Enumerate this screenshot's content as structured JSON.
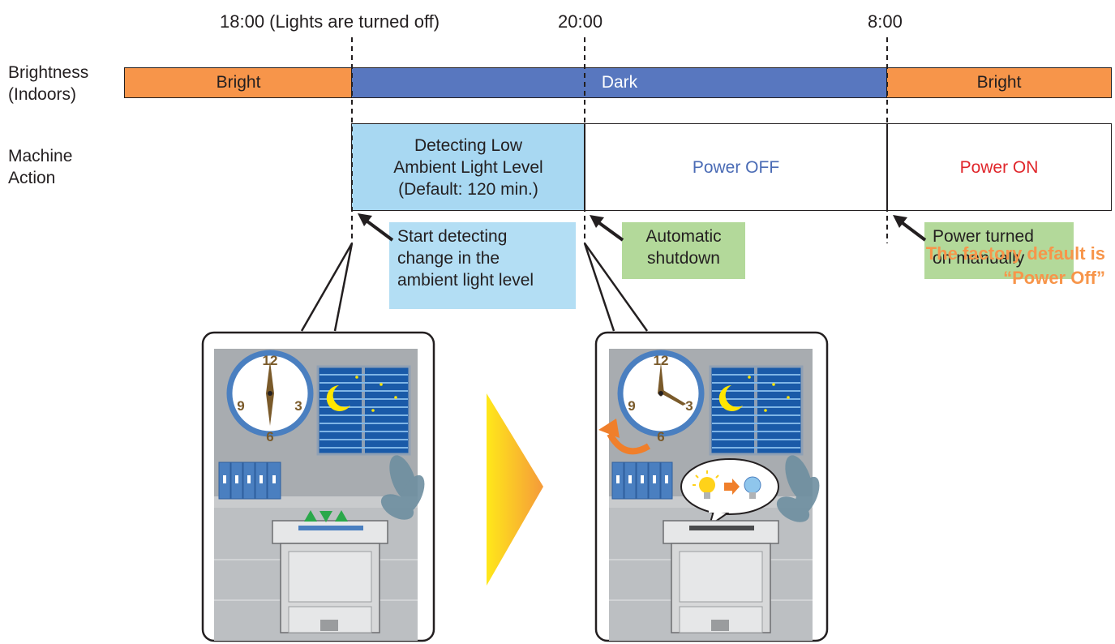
{
  "timeline": {
    "t_lights_off": "18:00 (Lights are turned off)",
    "t_shutdown": "20:00",
    "t_morning": "8:00"
  },
  "rows": {
    "brightness_line1": "Brightness",
    "brightness_line2": "(Indoors)",
    "action_line1": "Machine",
    "action_line2": "Action"
  },
  "brightness_bar": {
    "seg1": "Bright",
    "seg2": "Dark",
    "seg3": "Bright"
  },
  "action_bar": {
    "detecting_line1": "Detecting Low",
    "detecting_line2": "Ambient Light Level",
    "detecting_line3": "(Default: 120 min.)",
    "power_off": "Power OFF",
    "power_on": "Power ON"
  },
  "callouts": {
    "start_line1": "Start detecting",
    "start_line2": "change in the",
    "start_line3": "ambient light level",
    "shutdown_line1": "Automatic",
    "shutdown_line2": "shutdown",
    "manual_line1": "Power turned",
    "manual_line2": "on manually"
  },
  "note": {
    "line1": "The factory default is",
    "line2": "“Power Off”"
  },
  "illustrations": {
    "clock1_numbers": [
      "12",
      "3",
      "6",
      "9"
    ],
    "clock2_numbers": [
      "12",
      "3",
      "6",
      "9"
    ]
  },
  "colors": {
    "bright": "#f7954a",
    "dark": "#5877bf",
    "detecting": "#a8d8f2",
    "power_off_text": "#4a6bb5",
    "power_on_text": "#e0262b",
    "callout_blue": "#b3def4",
    "callout_green": "#b3d99a",
    "note_text": "#f7954a"
  }
}
